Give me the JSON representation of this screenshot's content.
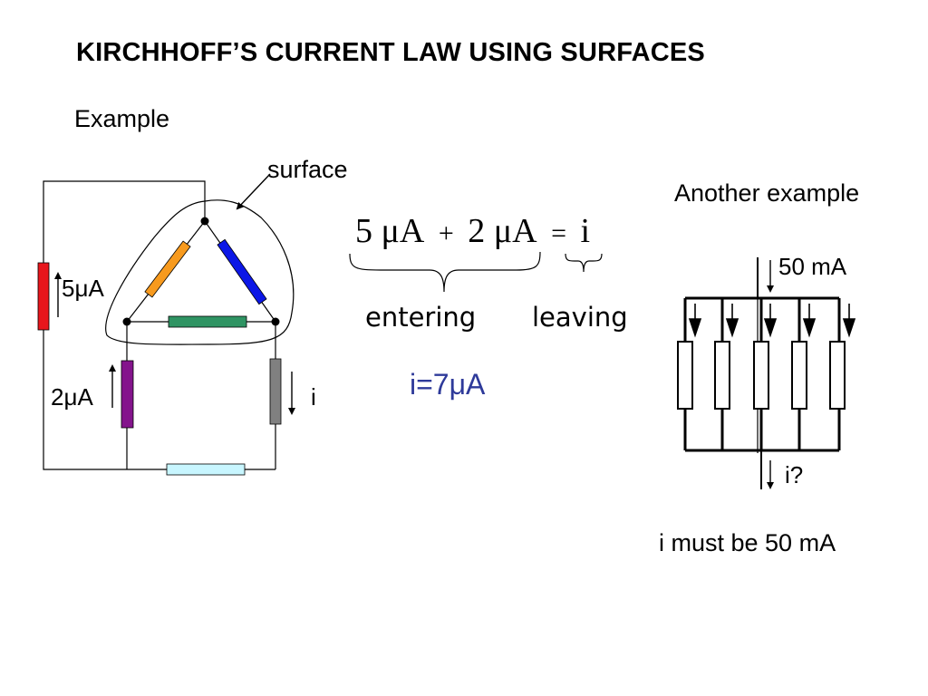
{
  "title": "KIRCHHOFF’S CURRENT LAW USING SURFACES",
  "example_label": "Example",
  "surface_label": "surface",
  "another_example_label": "Another example",
  "circuit1": {
    "current_5": "5μA",
    "current_2": "2μA",
    "current_i": "i",
    "resistor_colors": {
      "left": "#e8161c",
      "orange": "#f79a1e",
      "blue": "#0c17e6",
      "green": "#2f9463",
      "purple": "#84148c",
      "gray": "#808080",
      "bottom": "#c8f6ff"
    }
  },
  "equation": {
    "term1": "5 μA",
    "plus": "+",
    "term2": "2 μA",
    "equals": "=",
    "rhs": "i",
    "entering_label": "entering",
    "leaving_label": "leaving"
  },
  "result": {
    "text": "i=7μA",
    "color": "#2e3a9a"
  },
  "circuit2": {
    "input_current": "50 mA",
    "output_current": "i?",
    "conclusion": "i must be 50 mA"
  }
}
